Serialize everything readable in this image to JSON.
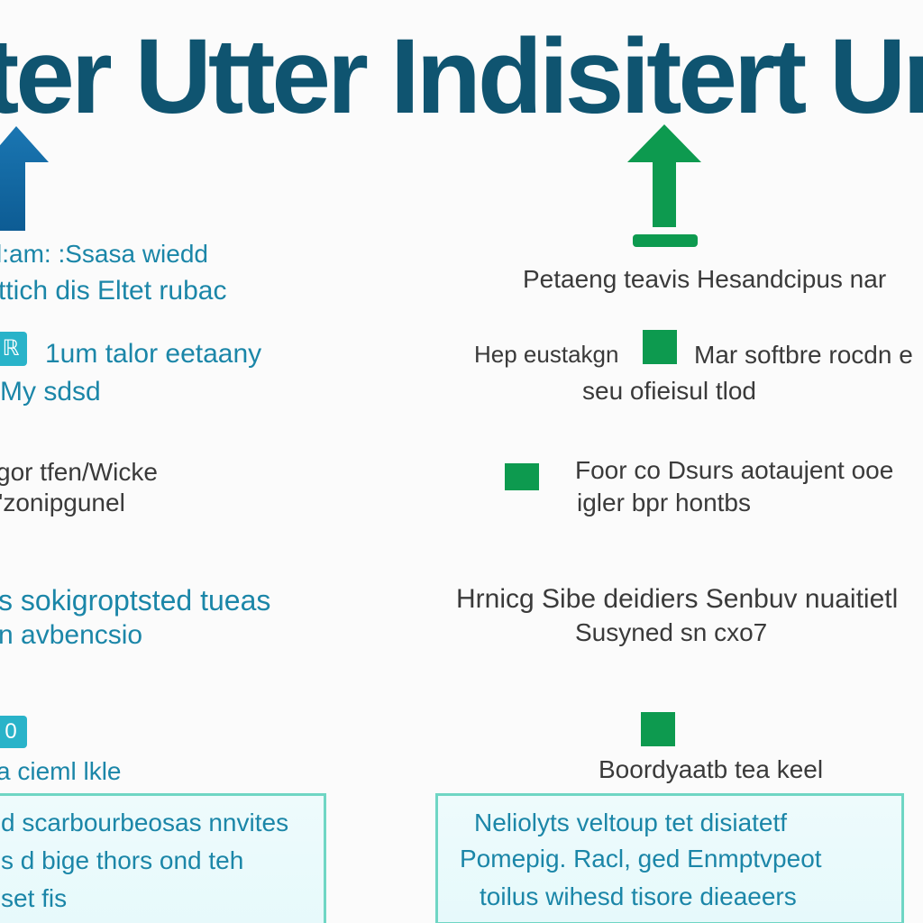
{
  "title": {
    "left": "ter Utter",
    "right": "Indisitert Un"
  },
  "left_column": {
    "block1": {
      "line1": "l:am: :Ssasa wiedd",
      "line2": "ttich dis Eltet rubac"
    },
    "block2": {
      "icon_text": "ℝ",
      "line1": "1um talor eetaany",
      "line2": "My sdsd"
    },
    "block3": {
      "line1": "gor tfen/Wicke",
      "line2": "'zonipgunel"
    },
    "block4": {
      "line1": "s sokigroptsted tueas",
      "line2": "n avbencsio"
    },
    "block5": {
      "icon_text": "0",
      "line1": "a cieml lkle"
    },
    "box": {
      "line1": "d scarbourbeosas nnvites",
      "line2": "s d bige thors ond teh",
      "line3": "set fis"
    }
  },
  "right_column": {
    "block1": {
      "line1": "Petaeng teavis Hesandcipus nar"
    },
    "block2": {
      "line1a": "Hep eustakgn",
      "line1b": "Mar softbre rocdn e",
      "line2": "seu ofieisul tlod"
    },
    "block3": {
      "line1": "Foor co Dsurs aotaujent ooe",
      "line2": "igler bpr hontbs"
    },
    "block4": {
      "line1": "Hrnicg Sibe deidiers Senbuv nuaitietl",
      "line2": "Susyned sn cxo7"
    },
    "block5": {
      "line1": "Boordyaatb tea keel"
    },
    "box": {
      "line1": "Neliolyts veltoup tet disiatetf",
      "line2": "Pomepig. Racl, ged Enmptvpeot",
      "line3": "toilus wihesd tisore dieaeers"
    }
  },
  "colors": {
    "title": "#0f5470",
    "left_accent": "#1b86a8",
    "right_accent": "#0a9e55",
    "box_border": "#6fd6c4"
  },
  "icons": {
    "left_arrow": "arrow-up-icon",
    "right_arrow": "arrow-up-icon",
    "green_square": "square-icon",
    "teal_badge": "badge-icon"
  }
}
